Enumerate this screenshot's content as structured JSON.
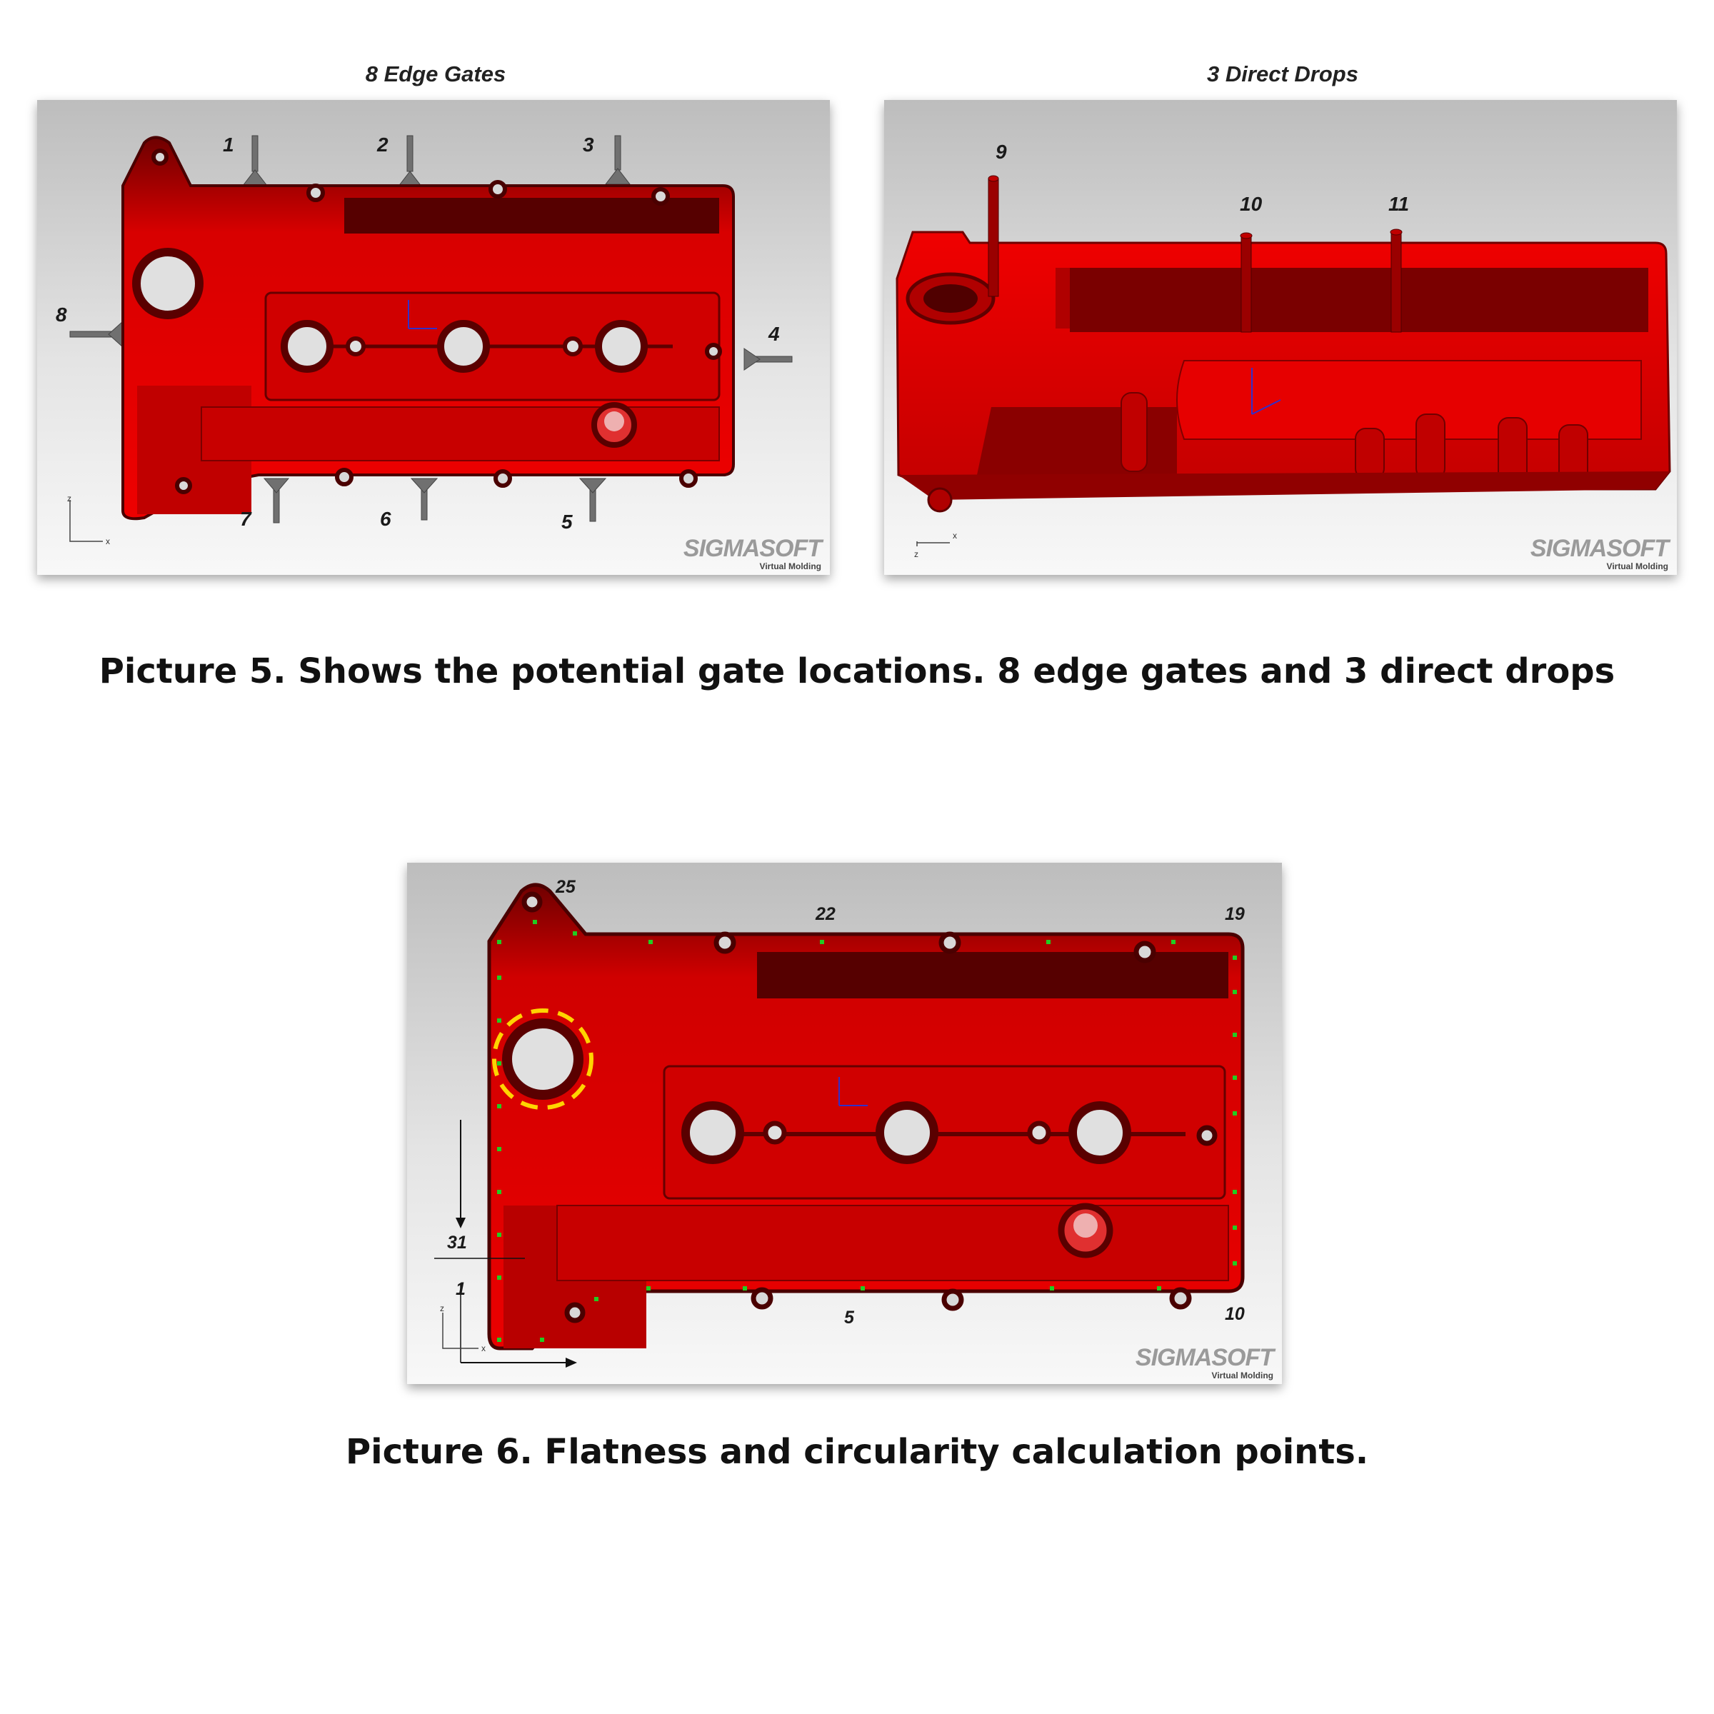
{
  "figure5": {
    "left_title": "8 Edge Gates",
    "right_title": "3 Direct Drops",
    "left_gate_labels": [
      "1",
      "2",
      "3",
      "4",
      "5",
      "6",
      "7",
      "8"
    ],
    "right_gate_labels": [
      "9",
      "10",
      "11"
    ],
    "caption": "Picture 5. Shows the potential gate locations. 8 edge gates and 3 direct drops"
  },
  "figure6": {
    "point_labels": [
      "25",
      "22",
      "19",
      "31",
      "1",
      "5",
      "10"
    ],
    "caption": "Picture 6. Flatness and circularity calculation points."
  },
  "axes": {
    "z": "z",
    "x": "x"
  },
  "brand": {
    "name": "SIGMASOFT",
    "tagline": "Virtual Molding"
  },
  "colors": {
    "part_red": "#e30000",
    "part_dark": "#8a0000",
    "point_green": "#22cc22",
    "highlight_yellow": "#ffd400"
  }
}
